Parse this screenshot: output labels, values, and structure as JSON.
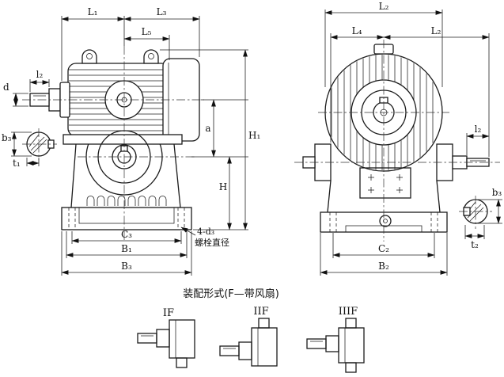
{
  "left_view": {
    "dim_labels": {
      "L1": "L₁",
      "L3": "L₃",
      "L5": "L₅",
      "l2": "l₂",
      "d": "d",
      "b3": "b₃",
      "t1": "t₁",
      "a": "a",
      "H1": "H₁",
      "H": "H",
      "C3": "C₃",
      "B1": "B₁",
      "B3": "B₃"
    },
    "annotation": {
      "line1": "4-d₃",
      "line2": "螺栓直径"
    }
  },
  "right_view": {
    "dim_labels": {
      "L2_top": "L₂",
      "L4": "L₄",
      "L2_right": "L₂",
      "l2": "l₂",
      "b3": "b₃",
      "t2": "t₂",
      "C2": "C₂",
      "B2": "B₂"
    }
  },
  "footer": {
    "caption": "装配形式(F—带风扇)",
    "variants": [
      {
        "label": "IF"
      },
      {
        "label": "IIF"
      },
      {
        "label": "IIIF"
      }
    ]
  }
}
